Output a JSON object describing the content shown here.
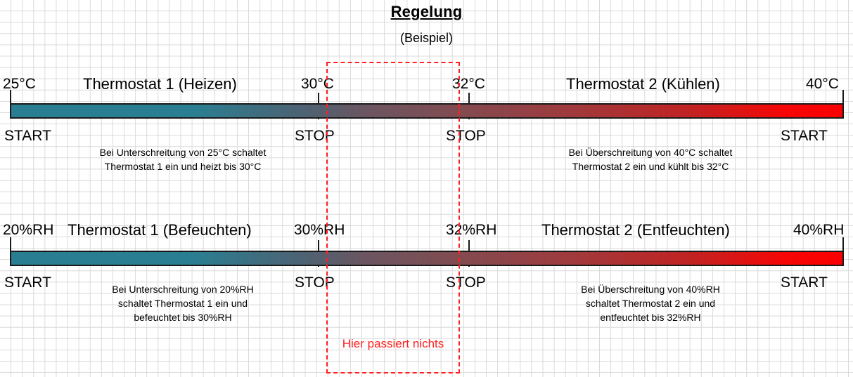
{
  "header": {
    "title": "Regelung",
    "subtitle": "(Beispiel)"
  },
  "deadband": {
    "label": "Hier passiert nichts",
    "color": "#ff2020"
  },
  "colors": {
    "bar_start": "#2a7e91",
    "bar_mid": "#7e4d53",
    "bar_end": "#fa0000",
    "grid": "#d9d9d9",
    "outline": "#1a1a1a"
  },
  "rows": [
    {
      "id": "temperature",
      "left_value": "25°C",
      "left_action": "START",
      "left_section": "Thermostat 1 (Heizen)",
      "mid_low_value": "30°C",
      "mid_low_action": "STOP",
      "mid_high_value": "32°C",
      "mid_high_action": "STOP",
      "right_section": "Thermostat 2 (Kühlen)",
      "right_value": "40°C",
      "right_action": "START",
      "note_left": [
        "Bei Unterschreitung von 25°C schaltet",
        "Thermostat 1 ein und heizt bis 30°C"
      ],
      "note_right": [
        "Bei Überschreitung von 40°C schaltet",
        "Thermostat 2 ein und kühlt bis 32°C"
      ]
    },
    {
      "id": "humidity",
      "left_value": "20%RH",
      "left_action": "START",
      "left_section": "Thermostat 1 (Befeuchten)",
      "mid_low_value": "30%RH",
      "mid_low_action": "STOP",
      "mid_high_value": "32%RH",
      "mid_high_action": "STOP",
      "right_section": "Thermostat 2 (Entfeuchten)",
      "right_value": "40%RH",
      "right_action": "START",
      "note_left": [
        "Bei Unterschreitung von 20%RH",
        "schaltet Thermostat 1 ein und",
        "befeuchtet bis 30%RH"
      ],
      "note_right": [
        "Bei Überschreitung von 40%RH",
        "schaltet Thermostat 2 ein und",
        "entfeuchtet bis 32%RH"
      ]
    }
  ]
}
